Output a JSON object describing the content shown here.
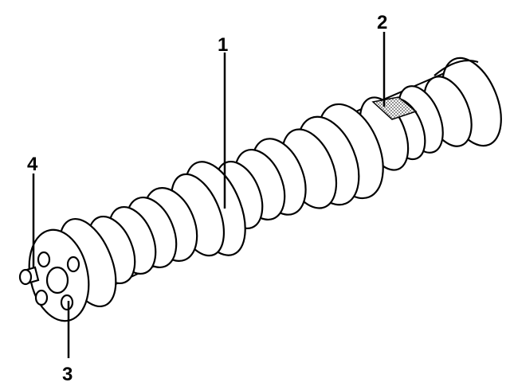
{
  "callouts": [
    {
      "id": "1",
      "label": "1"
    },
    {
      "id": "2",
      "label": "2"
    },
    {
      "id": "3",
      "label": "3"
    },
    {
      "id": "4",
      "label": "4"
    }
  ],
  "colors": {
    "line": "#000000",
    "fill": "#ffffff",
    "hatch": "#555555"
  }
}
